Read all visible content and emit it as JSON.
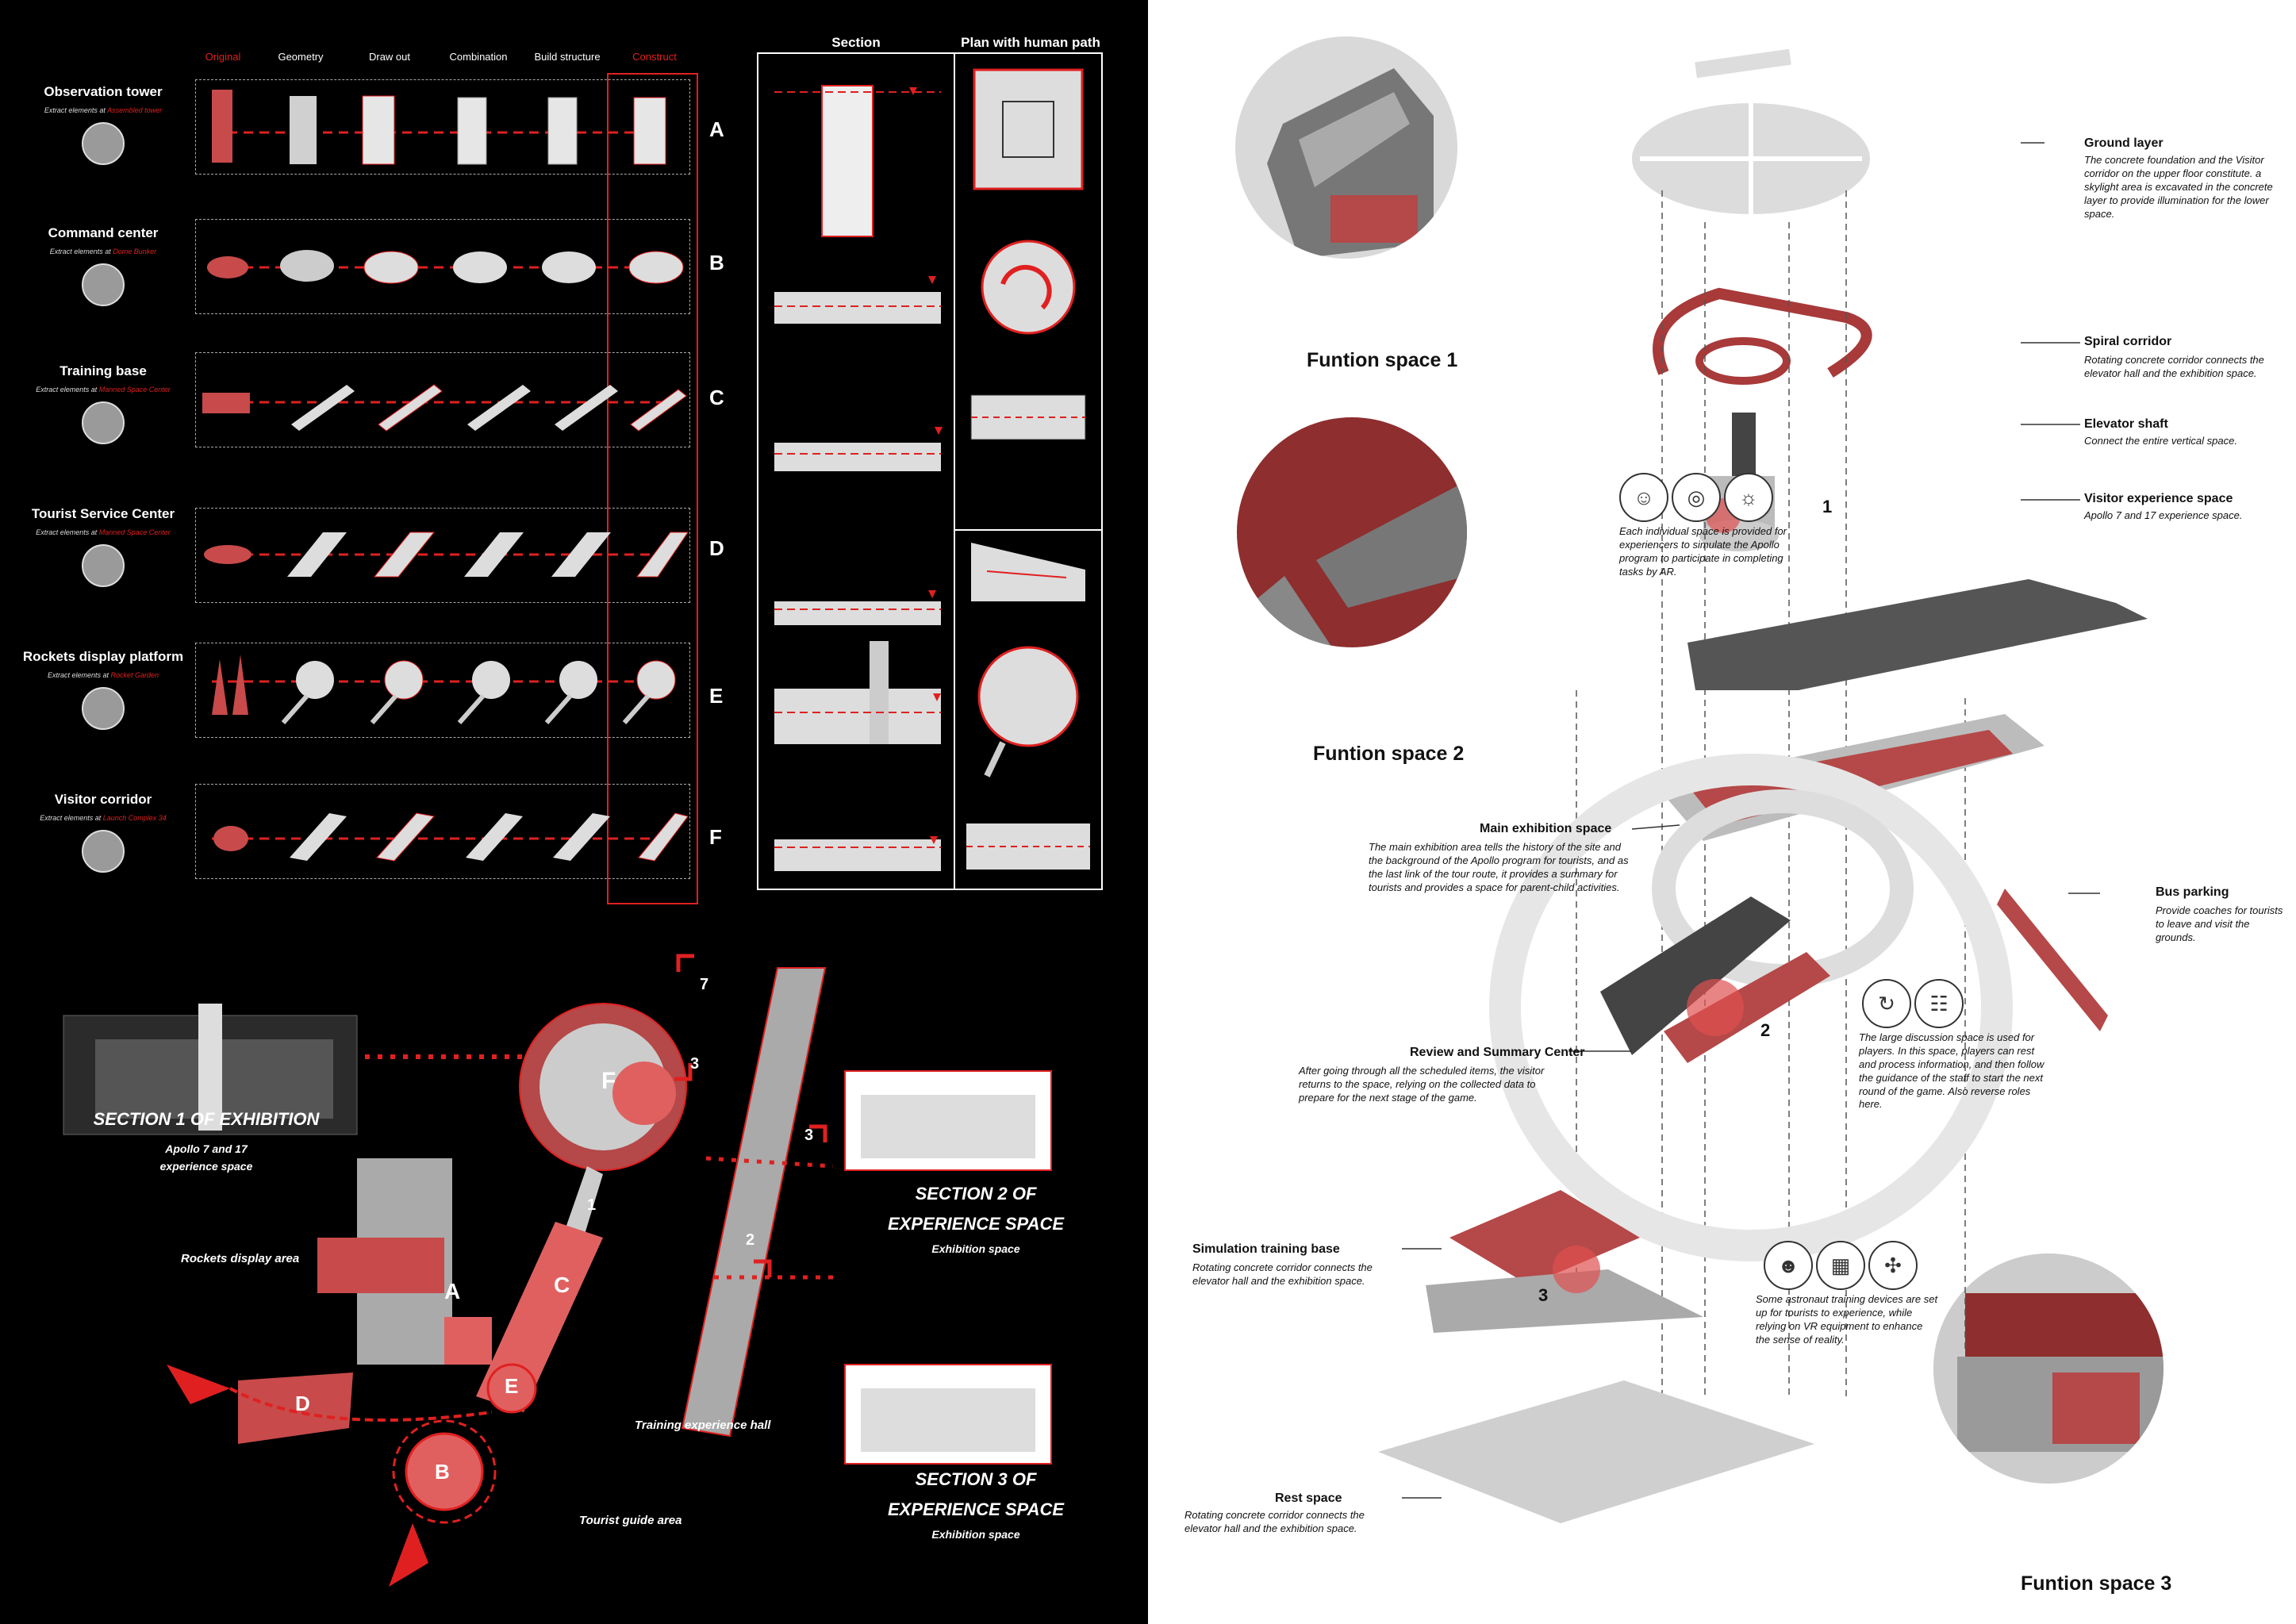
{
  "matrix": {
    "columns": [
      "Original",
      "Geometry",
      "Draw out",
      "Combination",
      "Build structure",
      "Construct"
    ],
    "rows": [
      {
        "title": "Observation tower",
        "sub_prefix": "Extract elements at ",
        "sub_place": "Assembled tower",
        "letter": "A"
      },
      {
        "title": "Command center",
        "sub_prefix": "Extract elements at ",
        "sub_place": "Dome Bunker",
        "letter": "B"
      },
      {
        "title": "Training base",
        "sub_prefix": "Extract elements at ",
        "sub_place": "Manned Space Center",
        "letter": "C"
      },
      {
        "title": "Tourist Service Center",
        "sub_prefix": "Extract elements at ",
        "sub_place": "Manned Space Center",
        "letter": "D"
      },
      {
        "title": "Rockets display platform",
        "sub_prefix": "Extract elements at ",
        "sub_place": "Rocket Garden",
        "letter": "E"
      },
      {
        "title": "Visitor corridor",
        "sub_prefix": "Extract elements at ",
        "sub_place": "Launch Complex 34",
        "letter": "F"
      }
    ],
    "section_header": "Section",
    "plan_header": "Plan with human path"
  },
  "plan": {
    "section1_title": "SECTION 1 OF EXHIBITION",
    "section1_sub_line1": "Apollo 7 and 17",
    "section1_sub_line2": "experience space",
    "section2_title_line1": "SECTION 2 OF",
    "section2_title_line2": "EXPERIENCE SPACE",
    "section2_sub": "Exhibition space",
    "section3_title_line1": "SECTION 3 OF",
    "section3_title_line2": "EXPERIENCE SPACE",
    "section3_sub": "Exhibition space",
    "rockets_area": "Rockets display area",
    "training_hall": "Training experience hall",
    "tourist_area": "Tourist guide area",
    "zones": {
      "A": "A",
      "B": "B",
      "C": "C",
      "D": "D",
      "E": "E",
      "F": "F"
    },
    "markers": {
      "m1": "1",
      "m2": "2",
      "m3": "3",
      "m7": "7"
    }
  },
  "right": {
    "fs1": "Funtion space 1",
    "fs2": "Funtion space 2",
    "fs3": "Funtion space 3",
    "ground_title": "Ground layer",
    "ground_desc": "The concrete foundation and the Visitor corridor on the upper floor constitute. a skylight area is excavated in the concrete layer to provide illumination for the lower space.",
    "spiral_title": "Spiral corridor",
    "spiral_desc": "Rotating concrete corridor connects the elevator hall and the exhibition space.",
    "elevator_title": "Elevator shaft",
    "elevator_desc": "Connect the entire vertical space.",
    "visitor_title": "Visitor experience space",
    "visitor_desc": "Apollo 7 and 17 experience space.",
    "ar_desc": "Each individual space is provided for experiencers to simulate the Apollo program to participate in completing tasks by AR.",
    "main_title": "Main exhibition space",
    "main_desc": "The main exhibition area tells the history of the site and the background of the Apollo program for tourists, and as the last link of the tour route, it provides a summary for tourists and provides a space for parent-child activities.",
    "bus_title": "Bus parking",
    "bus_desc": "Provide coaches for tourists to leave and visit the grounds.",
    "review_title": "Review and Summary Center",
    "review_desc": "After going through all the scheduled items, the visitor returns to the space, relying on the collected data to prepare for the next stage of the game.",
    "discuss_desc": "The large discussion space is used for players. In this space, players can rest and process information, and then follow the guidance of the staff to start the next round of the game. Also reverse roles here.",
    "sim_title": "Simulation training base",
    "sim_desc": "Rotating concrete corridor connects the elevator hall and the exhibition space.",
    "astro_desc": "Some astronaut training devices are set up for tourists to experience, while relying on VR equipment to enhance the sense of reality.",
    "rest_title": "Rest space",
    "rest_desc": "Rotating concrete corridor connects the elevator hall and the exhibition space.",
    "n1": "1",
    "n2": "2",
    "n3": "3"
  },
  "colors": {
    "accent": "#e02020",
    "bg_left": "#000000",
    "bg_right": "#ffffff"
  }
}
